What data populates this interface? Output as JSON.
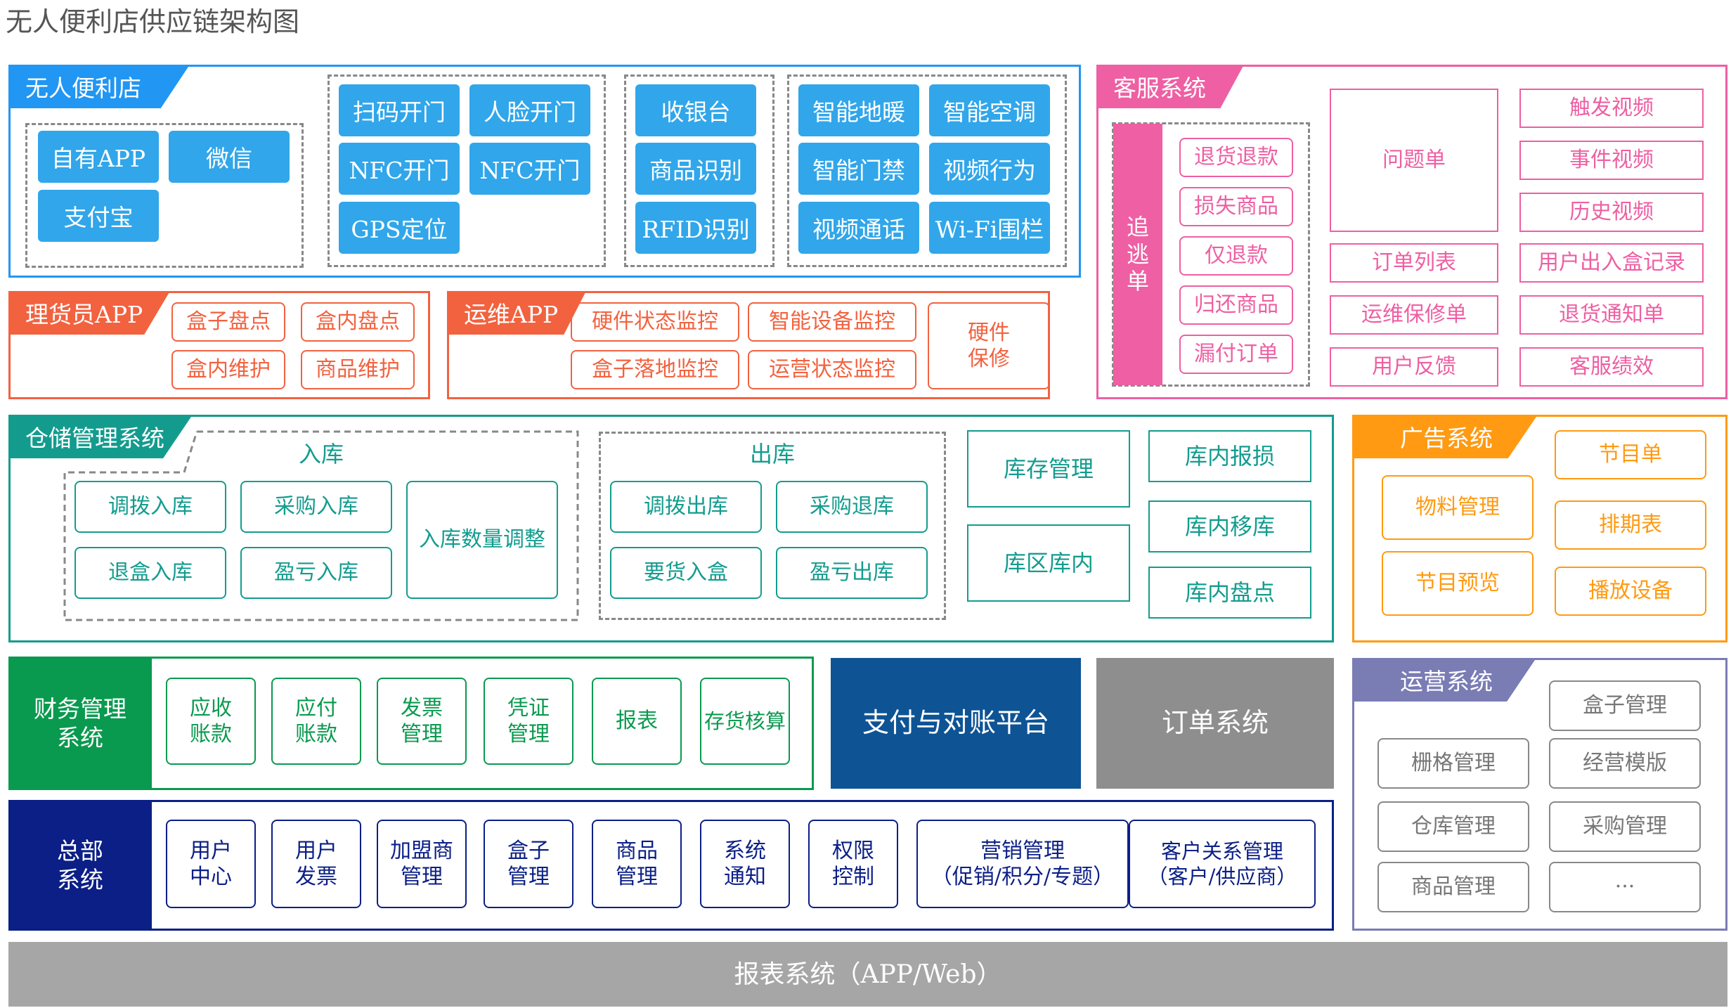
{
  "title": "无人便利店供应链架构图",
  "colors": {
    "blue": "#2196f3",
    "blue_btn": "#31a6ea",
    "red": "#f2623f",
    "pink": "#ee5fa3",
    "teal": "#139c8e",
    "orange": "#ff9a12",
    "purple": "#7a7cb4",
    "green": "#0a9a4f",
    "darkblue": "#0e5495",
    "navy": "#0b1f86",
    "grey": "#8e8e8e"
  },
  "store": {
    "title": "无人便利店",
    "channels": [
      "自有APP",
      "微信",
      "支付宝"
    ],
    "access": [
      "扫码开门",
      "人脸开门",
      "NFC开门",
      "NFC开门",
      "GPS定位"
    ],
    "checkout": [
      "收银台",
      "商品识别",
      "RFID识别"
    ],
    "smart": [
      "智能地暖",
      "智能空调",
      "智能门禁",
      "视频行为",
      "视频通话",
      "Wi-Fi围栏"
    ]
  },
  "stocker_app": {
    "title": "理货员APP",
    "items": [
      "盒子盘点",
      "盒内盘点",
      "盒内维护",
      "商品维护"
    ]
  },
  "ops_app": {
    "title": "运维APP",
    "items": [
      "硬件状态监控",
      "智能设备监控",
      "盒子落地监控",
      "运营状态监控"
    ],
    "repair": "硬件\n保修"
  },
  "customer_service": {
    "title": "客服系统",
    "chase": "追\n逃\n单",
    "chase_items": [
      "退货退款",
      "损失商品",
      "仅退款",
      "归还商品",
      "漏付订单"
    ],
    "ticket": "问题单",
    "mid_items": [
      "订单列表",
      "运维保修单",
      "用户反馈"
    ],
    "right_items": [
      "触发视频",
      "事件视频",
      "历史视频",
      "用户出入盒记录",
      "退货通知单",
      "客服绩效"
    ]
  },
  "warehouse": {
    "title": "仓储管理系统",
    "inbound_title": "入库",
    "inbound": [
      "调拨入库",
      "采购入库",
      "退盒入库",
      "盈亏入库"
    ],
    "inbound_adjust": "入库数量调整",
    "outbound_title": "出库",
    "outbound": [
      "调拨出库",
      "采购退库",
      "要货入盒",
      "盈亏出库"
    ],
    "stock": [
      "库存管理",
      "库区库内"
    ],
    "stock_ops": [
      "库内报损",
      "库内移库",
      "库内盘点"
    ]
  },
  "ads": {
    "title": "广告系统",
    "left": [
      "物料管理",
      "节目预览"
    ],
    "right": [
      "节目单",
      "排期表",
      "播放设备"
    ]
  },
  "finance": {
    "title": "财务管理\n系统",
    "items": [
      "应收\n账款",
      "应付\n账款",
      "发票\n管理",
      "凭证\n管理",
      "报表",
      "存货核算"
    ]
  },
  "payment": "支付与对账平台",
  "orders": "订单系统",
  "operations": {
    "title": "运营系统",
    "left": [
      "栅格管理",
      "仓库管理",
      "商品管理"
    ],
    "right": [
      "盒子管理",
      "经营模版",
      "采购管理",
      "···"
    ]
  },
  "hq": {
    "title": "总部\n系统",
    "items": [
      "用户\n中心",
      "用户\n发票",
      "加盟商\n管理",
      "盒子\n管理",
      "商品\n管理",
      "系统\n通知",
      "权限\n控制",
      "营销管理\n（促销/积分/专题）",
      "客户关系管理\n（客户/供应商）"
    ]
  },
  "report": "报表系统（APP/Web）"
}
